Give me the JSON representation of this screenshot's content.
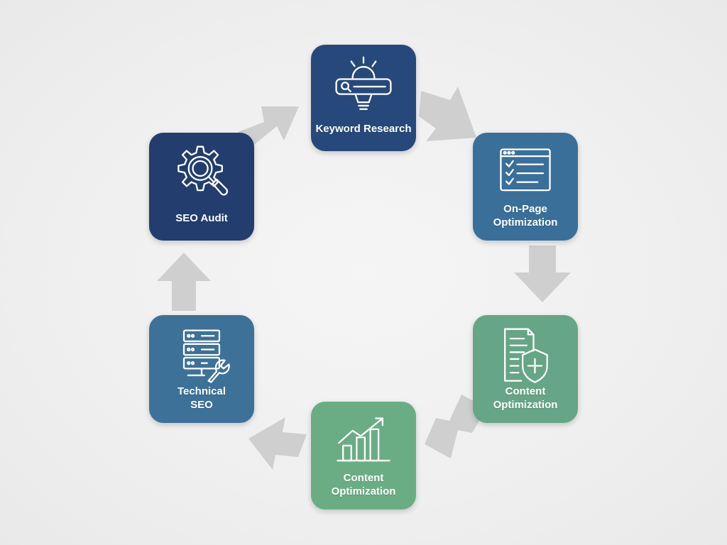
{
  "diagram": {
    "nodes": [
      {
        "id": "keyword-research",
        "lines": [
          "Keyword Research"
        ],
        "color": "#27487a",
        "icon": "lightbulb-search-icon"
      },
      {
        "id": "on-page-optimization",
        "lines": [
          "On-Page",
          "Optimization"
        ],
        "color": "#3a6f9a",
        "icon": "checklist-window-icon"
      },
      {
        "id": "content-optimization-shield",
        "lines": [
          "Content",
          "Optimization"
        ],
        "color": "#66a585",
        "icon": "document-shield-icon"
      },
      {
        "id": "content-optimization-chart",
        "lines": [
          "Content",
          "Optimization"
        ],
        "color": "#6aad84",
        "icon": "growth-chart-icon"
      },
      {
        "id": "technical-seo",
        "lines": [
          "Technical",
          "SEO"
        ],
        "color": "#3d7198",
        "icon": "server-wrench-icon"
      },
      {
        "id": "seo-audit",
        "lines": [
          "SEO Audit"
        ],
        "color": "#223d6e",
        "icon": "gear-magnifier-icon"
      }
    ],
    "arrow_color": "#cfcfcf"
  }
}
